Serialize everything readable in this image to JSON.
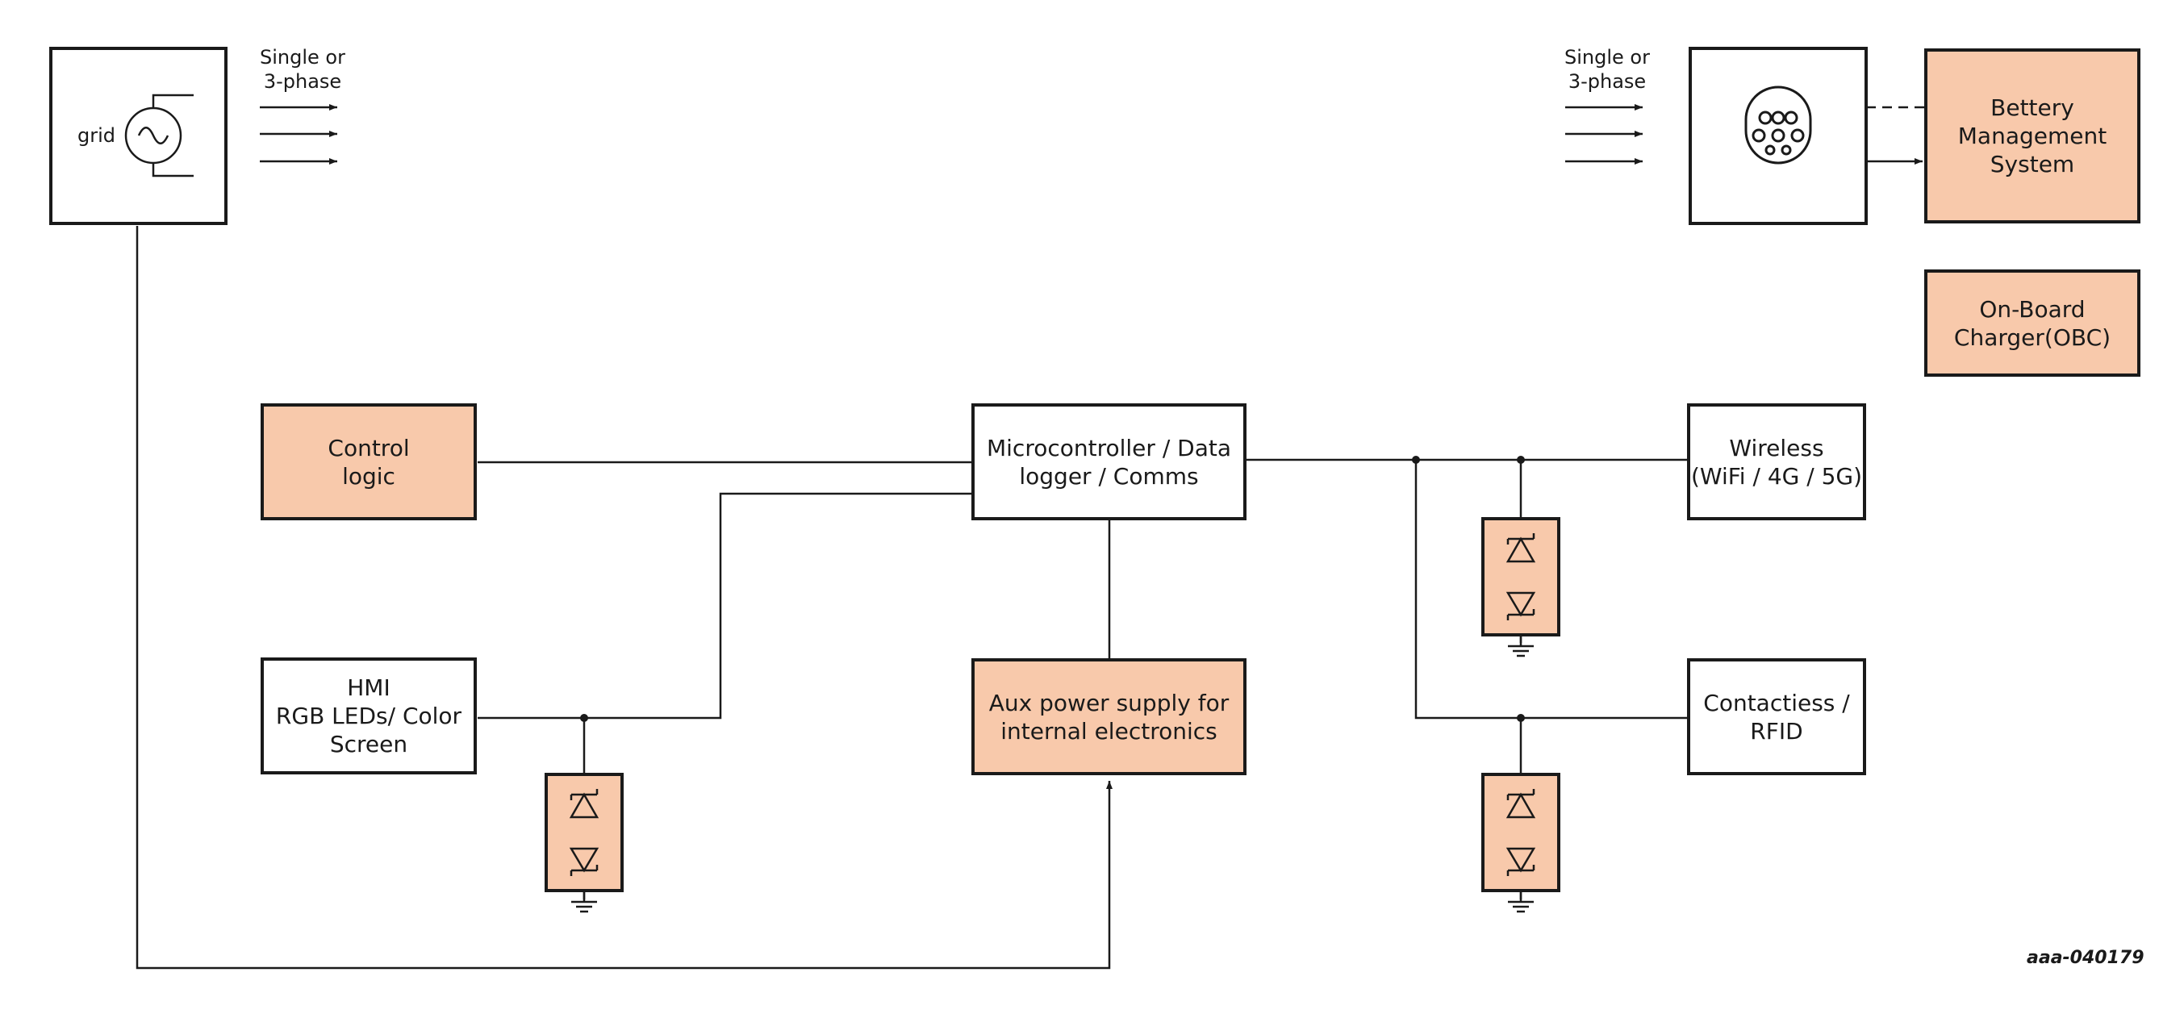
{
  "diagram": {
    "grid_label": "grid",
    "supply_label_left": "Single or\n3-phase",
    "supply_label_right": "Single or\n3-phase",
    "blocks": {
      "battery_management": "Bettery\nManagement\nSystem",
      "on_board_charger": "On-Board\nCharger(OBC)",
      "control_logic": "Control\nlogic",
      "microcontroller": "Microcontroller / Data\nlogger / Comms",
      "wireless": "Wireless\n(WiFi / 4G / 5G)",
      "hmi": "HMI\nRGB LEDs/ Color\nScreen",
      "aux_power": "Aux power supply for\ninternal electronics",
      "contactless": "Contactiess /\nRFID"
    },
    "figure_id": "aaa-040179",
    "colors": {
      "accent_fill": "#f8c9ab",
      "stroke": "#1a1a1a"
    },
    "icons": [
      "ac-source-icon",
      "ev-connector-icon",
      "tvs-diode-icon",
      "ground-icon"
    ]
  }
}
